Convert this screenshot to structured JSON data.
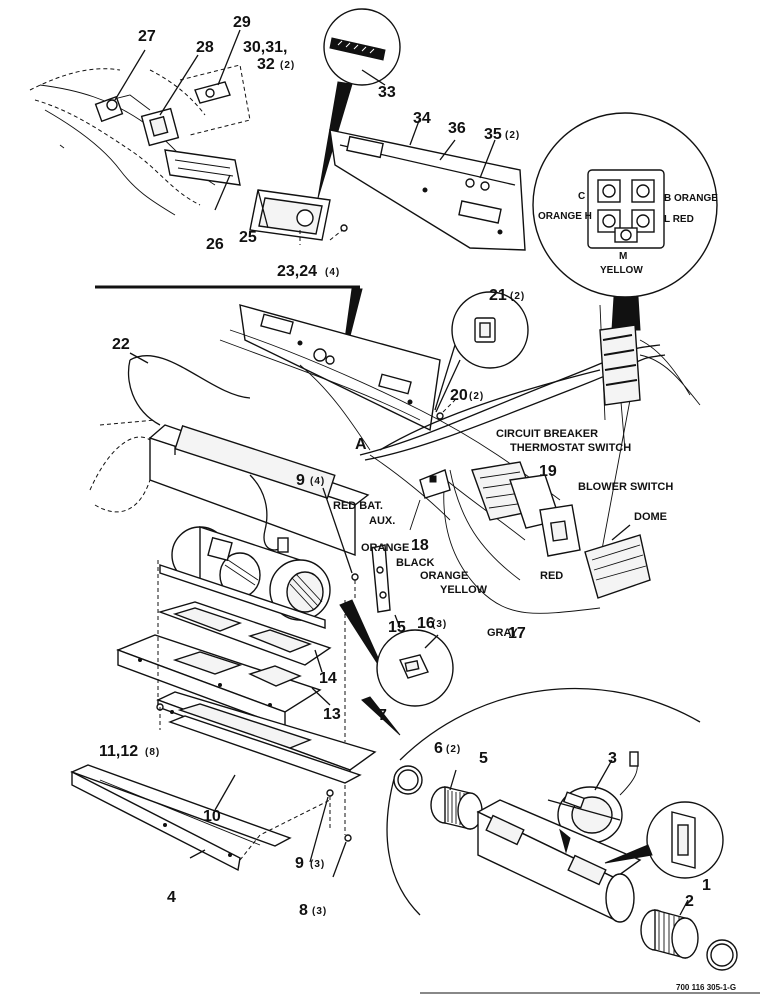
{
  "callouts": {
    "c1": "1",
    "c2": "2",
    "c3": "3",
    "c4": "4",
    "c5": "5",
    "c6": "6",
    "c6q": "(2)",
    "c7": "7",
    "c8": "8",
    "c8q": "(3)",
    "c9a": "9",
    "c9aq": "(3)",
    "c9b": "9",
    "c9bq": "(4)",
    "c10": "10",
    "c11": "11,12",
    "c11q": "(8)",
    "c13": "13",
    "c14": "14",
    "c15": "15",
    "c16": "16",
    "c16q": "(3)",
    "c17": "17",
    "c18": "18",
    "c19": "19",
    "c20": "20",
    "c20q": "(2)",
    "c21": "21",
    "c21q": "(2)",
    "c22": "22",
    "c23": "23,24",
    "c23q": "(4)",
    "c25": "25",
    "c26": "26",
    "c27": "27",
    "c28": "28",
    "c29": "29",
    "c30a": "30,31,",
    "c30b": "32",
    "c30q": "(2)",
    "c33": "33",
    "c34": "34",
    "c35": "35",
    "c35q": "(2)",
    "c36": "36"
  },
  "wires": {
    "circuit_breaker": "CIRCUIT BREAKER",
    "thermostat_switch": "THERMOSTAT SWITCH",
    "blower_switch": "BLOWER SWITCH",
    "dome": "DOME",
    "red_bat": "RED BAT.",
    "aux": "AUX.",
    "orange_left": "ORANGE",
    "black": "BLACK",
    "orange_mid": "ORANGE",
    "yellow_mid": "YELLOW",
    "red_mid": "RED",
    "gray": "GRAY"
  },
  "terminal": {
    "c": "C",
    "b_orange": "B ORANGE",
    "orange_h": "ORANGE H",
    "l_red": "L RED",
    "m": "M",
    "yellow": "YELLOW"
  },
  "marker_a": "A",
  "drawing_number": "700 116 305-1-G"
}
